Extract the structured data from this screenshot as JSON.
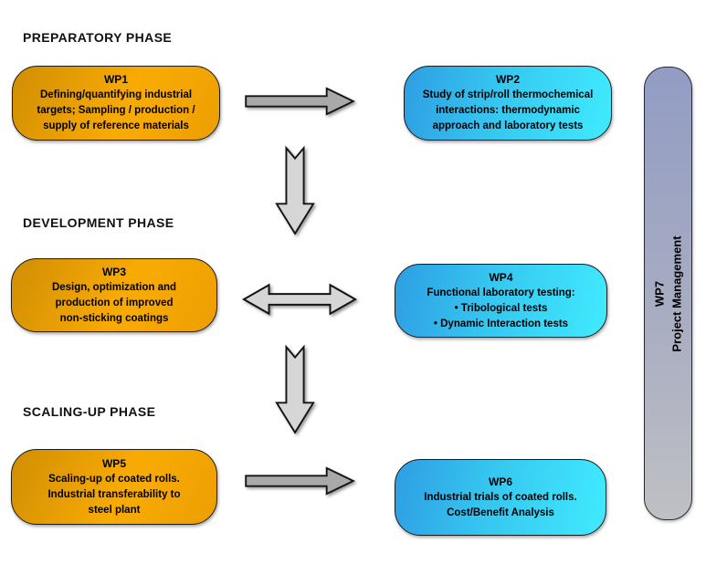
{
  "diagram": {
    "phases": [
      {
        "id": "preparatory",
        "label": "PREPARATORY PHASE"
      },
      {
        "id": "development",
        "label": "DEVELOPMENT PHASE"
      },
      {
        "id": "scaling_up",
        "label": "SCALING-UP PHASE"
      }
    ],
    "work_packages": [
      {
        "id": "WP1",
        "title": "WP1",
        "body": "Defining/quantifying industrial\ntargets; Sampling / production /\nsupply of reference materials",
        "theme": "orange",
        "phase": "preparatory"
      },
      {
        "id": "WP2",
        "title": "WP2",
        "body": "Study of strip/roll thermochemical\ninteractions: thermodynamic\napproach and laboratory tests",
        "theme": "cyan",
        "phase": "preparatory"
      },
      {
        "id": "WP3",
        "title": "WP3",
        "body": "Design, optimization and\nproduction of improved\nnon-sticking coatings",
        "theme": "orange",
        "phase": "development"
      },
      {
        "id": "WP4",
        "title": "WP4",
        "body": "Functional laboratory testing:\n• Tribological tests\n• Dynamic Interaction tests",
        "theme": "cyan",
        "phase": "development"
      },
      {
        "id": "WP5",
        "title": "WP5",
        "body": "Scaling-up of coated rolls.\nIndustrial transferability to\nsteel plant",
        "theme": "orange",
        "phase": "scaling_up"
      },
      {
        "id": "WP6",
        "title": "WP6",
        "body": "Industrial trials of coated rolls.\nCost/Benefit Analysis",
        "theme": "cyan",
        "phase": "scaling_up"
      }
    ],
    "management_bar": {
      "id": "WP7",
      "title": "WP7",
      "body": "Project Management",
      "theme": "blue-gray"
    },
    "arrows": [
      {
        "type": "right",
        "from": "WP1",
        "to": "WP2"
      },
      {
        "type": "down",
        "from": "row1",
        "to": "row2"
      },
      {
        "type": "double-horizontal",
        "from": "WP3",
        "to": "WP4"
      },
      {
        "type": "down",
        "from": "row2",
        "to": "row3"
      },
      {
        "type": "right",
        "from": "WP5",
        "to": "WP6"
      }
    ],
    "colors": {
      "background": "#FFFFFF",
      "orange_box_start": "#D18E03",
      "orange_box_end": "#F9AB04",
      "cyan_box_start": "#2E9EE3",
      "cyan_box_end": "#40EAFE",
      "bar_top": "#929CC4",
      "bar_bottom": "#BFC0C3",
      "arrow_gray": "#A9A9A9",
      "arrow_light_gray": "#D6D6D6",
      "outline": "#1B1B1B",
      "text": "#000000"
    }
  }
}
